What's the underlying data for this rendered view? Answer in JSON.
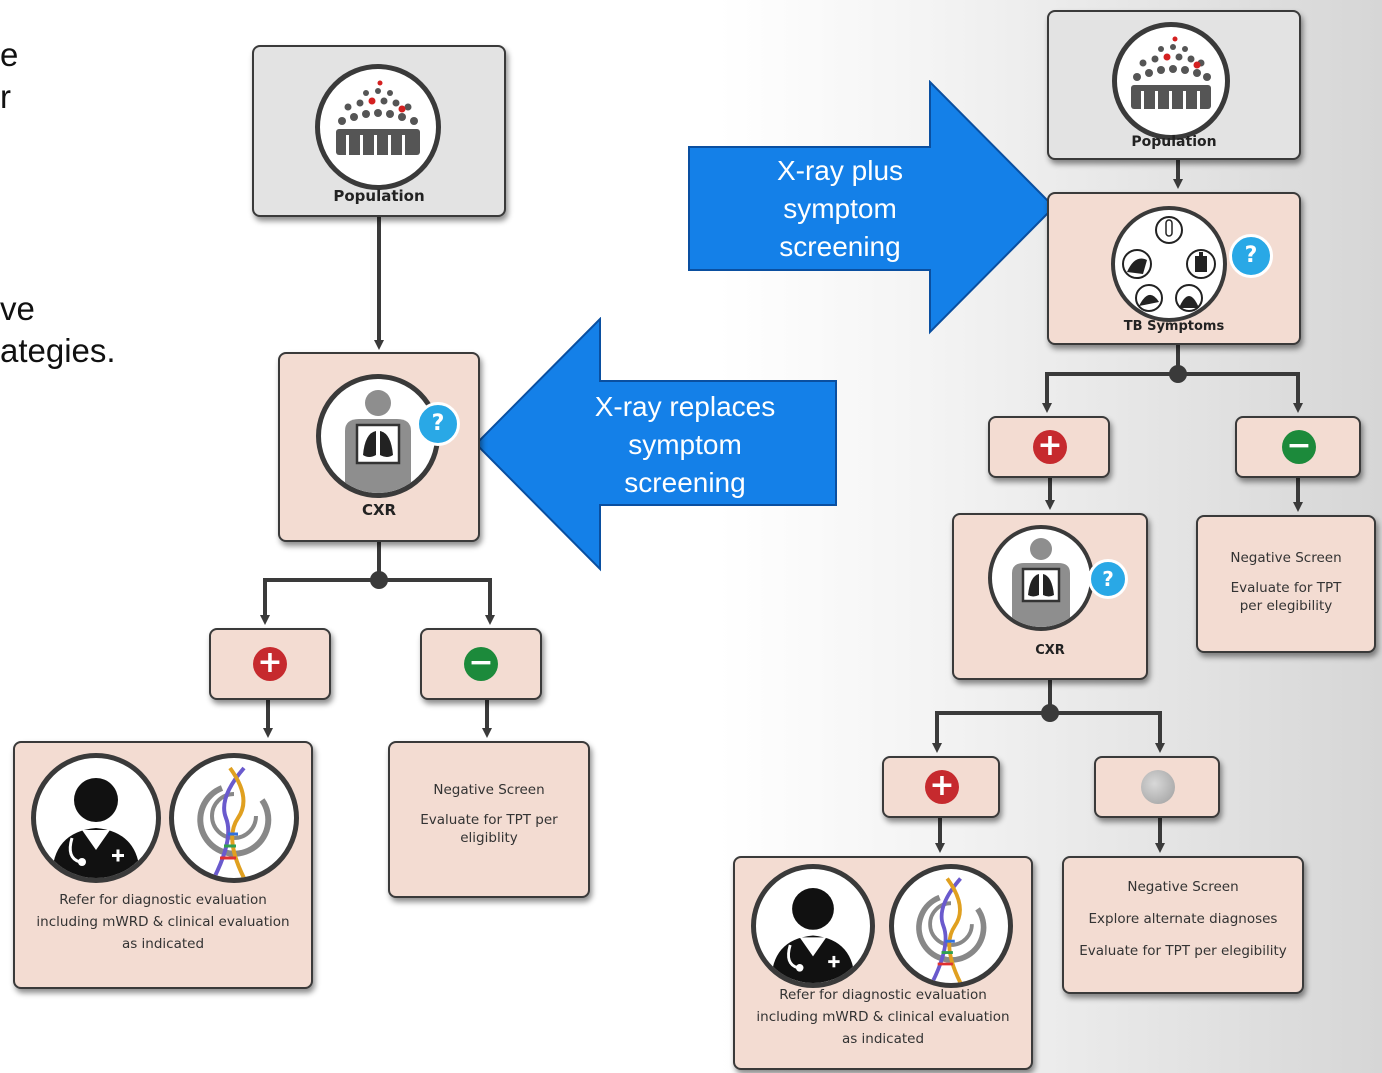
{
  "left_text": {
    "line1": "e",
    "line2": "r",
    "line3": "ve",
    "line4": "ategies."
  },
  "arrows": {
    "right_arrow": "X-ray plus symptom screening",
    "left_arrow": "X-ray replaces symptom screening",
    "color": "#1480e8"
  },
  "left_flow": {
    "population_label": "Population",
    "cxr_label": "CXR",
    "question_mark": "?",
    "positive_symbol": "+",
    "negative_symbol": "−",
    "refer_text": [
      "Refer for diagnostic evaluation",
      "including mWRD & clinical evaluation",
      "as indicated"
    ],
    "negative_box": [
      "Negative Screen",
      "Evaluate for TPT per",
      "eligiblity"
    ]
  },
  "right_flow": {
    "population_label": "Population",
    "symptoms_label": "TB Symptoms",
    "cxr_label": "CXR",
    "question_mark": "?",
    "positive_symbol": "+",
    "negative_symbol": "−",
    "negative_box_top": [
      "Negative Screen",
      "Evaluate for TPT",
      "per elegibility"
    ],
    "refer_text": [
      "Refer for diagnostic evaluation",
      "including mWRD & clinical evaluation",
      "as indicated"
    ],
    "negative_box_bottom": [
      "Negative Screen",
      "Explore alternate diagnoses",
      "Evaluate for TPT per elegibility"
    ]
  },
  "icons": {
    "population": "crowd-icon",
    "cxr": "chest-xray-person-icon",
    "symptoms": "tb-symptoms-icon",
    "doctor": "doctor-icon",
    "dna": "dna-molecular-test-icon"
  }
}
